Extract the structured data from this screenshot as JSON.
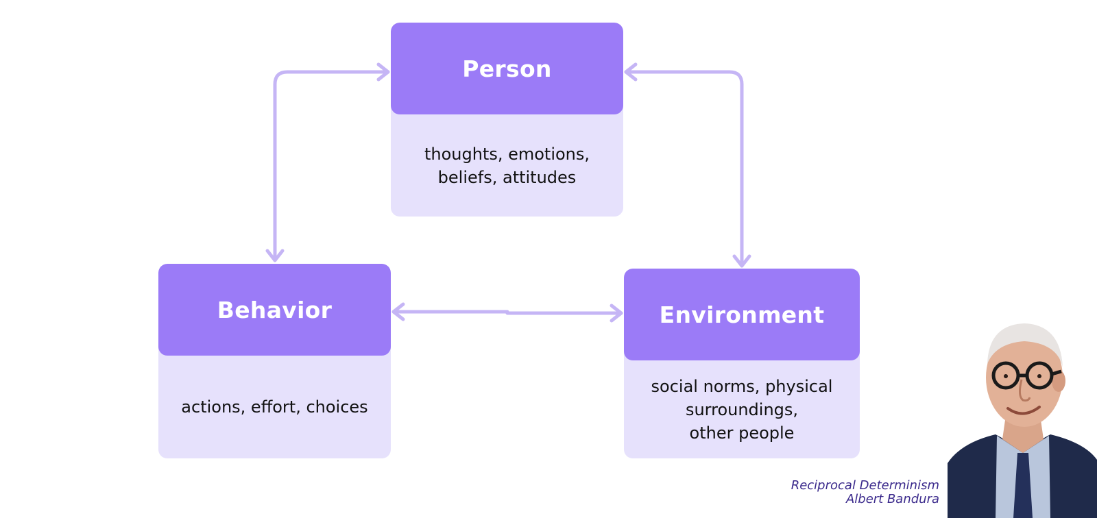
{
  "colors": {
    "header": "#9b7bf7",
    "body": "#e6e1fc",
    "connector": "#c5b5f5",
    "caption": "#3b2a8c"
  },
  "nodes": {
    "person": {
      "title": "Person",
      "lines": [
        "thoughts, emotions,",
        "beliefs, attitudes"
      ]
    },
    "behavior": {
      "title": "Behavior",
      "lines": [
        "actions, effort, choices"
      ]
    },
    "environment": {
      "title": "Environment",
      "lines": [
        "social norms, physical",
        "surroundings,",
        "other people"
      ]
    }
  },
  "caption": {
    "line1": "Reciprocal Determinism",
    "line2": "Albert Bandura"
  },
  "image": {
    "portrait": "portrait-photo"
  }
}
